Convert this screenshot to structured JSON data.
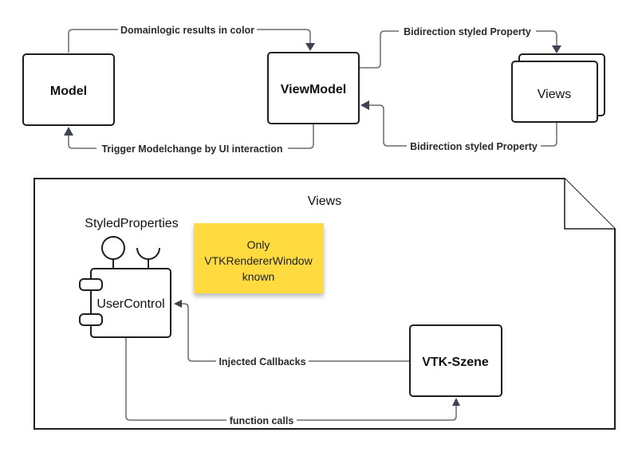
{
  "diagram": {
    "top": {
      "nodes": {
        "model": "Model",
        "viewmodel": "ViewModel",
        "views": "Views"
      },
      "edges": {
        "model_to_viewmodel": "Domainlogic results in color",
        "viewmodel_to_model": "Trigger Modelchange by UI interaction",
        "viewmodel_to_views": "Bidirection styled Property",
        "views_to_viewmodel": "Bidirection styled Property"
      }
    },
    "views_container": {
      "title": "Views",
      "component_label": "StyledProperties",
      "component_name": "UserControl",
      "note": {
        "lines": [
          "Only",
          "VTKRendererWindow",
          "known"
        ],
        "color": "#FFDB3F"
      },
      "scene_node": "VTK-Szene",
      "edges": {
        "scene_to_control": "Injected Callbacks",
        "control_to_scene": "function calls"
      }
    }
  }
}
